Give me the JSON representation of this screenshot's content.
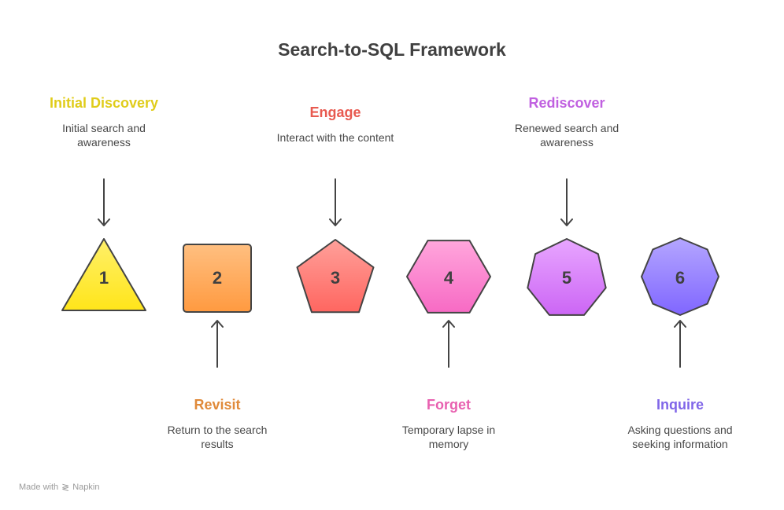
{
  "title": "Search-to-SQL Framework",
  "steps": [
    {
      "number": "1",
      "shape": "triangle",
      "heading": "Initial Discovery",
      "description": "Initial search and awareness",
      "color": "#e0cc1a",
      "fill_top": "#fff06a",
      "fill_bottom": "#ffe51a",
      "label_position": "top"
    },
    {
      "number": "2",
      "shape": "square",
      "heading": "Revisit",
      "description": "Return to the search results",
      "color": "#e08a3a",
      "fill_top": "#ffbf80",
      "fill_bottom": "#ff9a40",
      "label_position": "bottom"
    },
    {
      "number": "3",
      "shape": "pentagon",
      "heading": "Engage",
      "description": "Interact with the content",
      "color": "#e85a50",
      "fill_top": "#ffa09a",
      "fill_bottom": "#ff6660",
      "label_position": "top"
    },
    {
      "number": "4",
      "shape": "hexagon",
      "heading": "Forget",
      "description": "Temporary lapse in memory",
      "color": "#e860b0",
      "fill_top": "#ffa6dc",
      "fill_bottom": "#f76ac4",
      "label_position": "bottom"
    },
    {
      "number": "5",
      "shape": "heptagon",
      "heading": "Rediscover",
      "description": "Renewed search and awareness",
      "color": "#c060e0",
      "fill_top": "#e8a6ff",
      "fill_bottom": "#cc66f5",
      "label_position": "top"
    },
    {
      "number": "6",
      "shape": "octagon",
      "heading": "Inquire",
      "description": "Asking questions and seeking information",
      "color": "#8066e8",
      "fill_top": "#b4a6ff",
      "fill_bottom": "#8066ff",
      "label_position": "bottom"
    }
  ],
  "footer": {
    "made_with": "Made with",
    "brand": "Napkin"
  }
}
